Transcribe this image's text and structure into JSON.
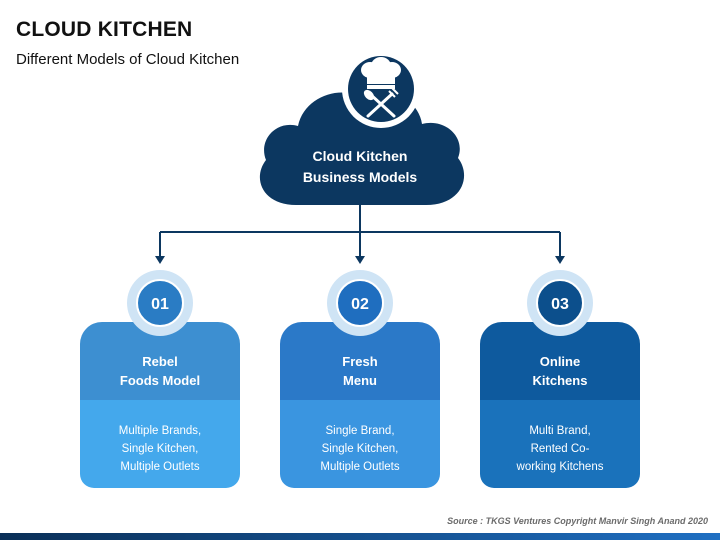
{
  "title": "CLOUD KITCHEN",
  "subtitle": "Different Models of Cloud Kitchen",
  "center": {
    "line1": "Cloud Kitchen",
    "line2": "Business Models",
    "icon": "chef-hat-spoon-fork-icon"
  },
  "models": [
    {
      "number": "01",
      "name_line1": "Rebel",
      "name_line2": "Foods Model",
      "desc_line1": "Multiple Brands,",
      "desc_line2": "Single Kitchen,",
      "desc_line3": "Multiple Outlets",
      "head_color": "#3d8fd1",
      "body_color": "#44a8ec",
      "badge_color": "#2a7cc4"
    },
    {
      "number": "02",
      "name_line1": "Fresh",
      "name_line2": "Menu",
      "desc_line1": "Single Brand,",
      "desc_line2": "Single Kitchen,",
      "desc_line3": "Multiple Outlets",
      "head_color": "#2b79c8",
      "body_color": "#3a95e0",
      "badge_color": "#1f6ebf"
    },
    {
      "number": "03",
      "name_line1": "Online",
      "name_line2": "Kitchens",
      "desc_line1": "Multi Brand,",
      "desc_line2": "Rented Co-",
      "desc_line3": "working Kitchens",
      "head_color": "#0e5a9e",
      "body_color": "#1a72bb",
      "badge_color": "#0c4f8c"
    }
  ],
  "source": "Source : TKGS Ventures Copyright Manvir Singh Anand 2020",
  "colors": {
    "cloud": "#0c3760",
    "connector": "#0c3760"
  }
}
